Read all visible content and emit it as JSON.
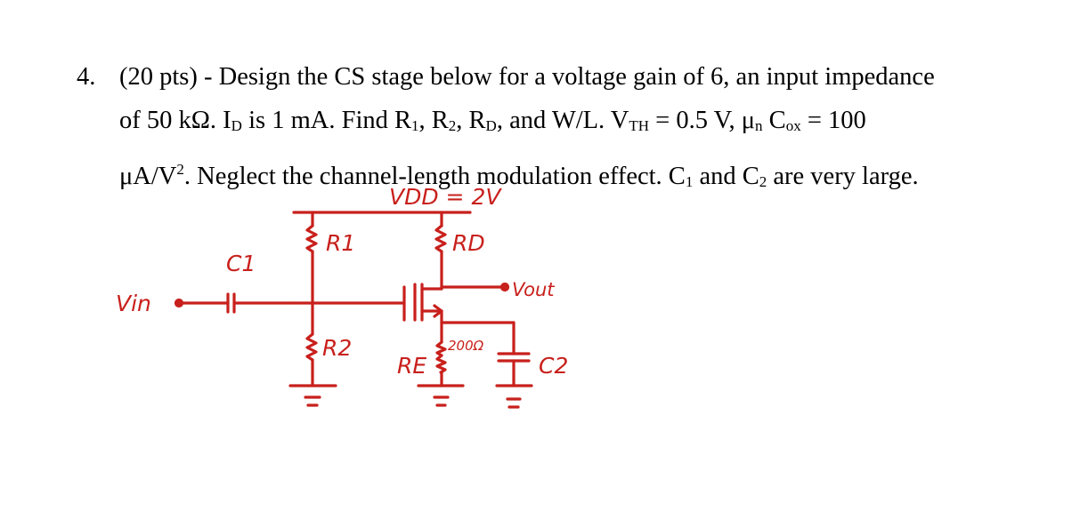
{
  "colors": {
    "ink": "#c8201c",
    "text": "#000000"
  },
  "problem": {
    "number": "4.",
    "l1": "(20 pts) - Design the CS stage below for a voltage gain of 6, an input impedance",
    "l2a": "of 50 kΩ. I",
    "l2_d1": "D",
    "l2b": " is 1 mA. Find R",
    "l2_1": "1",
    "l2c": ", R",
    "l2_2": "2",
    "l2d": ", R",
    "l2_d2": "D",
    "l2e": ", and W/L. V",
    "l2_th": "TH",
    "l2f": " = 0.5 V, μ",
    "l2_n": "n",
    "l2g": " C",
    "l2_ox": "ox",
    "l2h": " = 100",
    "l3a": "μA/V",
    "l3_sup": "2",
    "l3b": ". Neglect the channel-length modulation effect. C",
    "l3_1": "1",
    "l3c": " and C",
    "l3_2": "2",
    "l3d": " are very large."
  },
  "circuit_labels": {
    "vdd": "VDD = 2V",
    "r1": "R1",
    "rd": "RD",
    "c1": "C1",
    "vin": "Vin",
    "vout": "Vout",
    "r2": "R2",
    "re": "RE",
    "res_200": "200Ω",
    "c2": "C2"
  }
}
